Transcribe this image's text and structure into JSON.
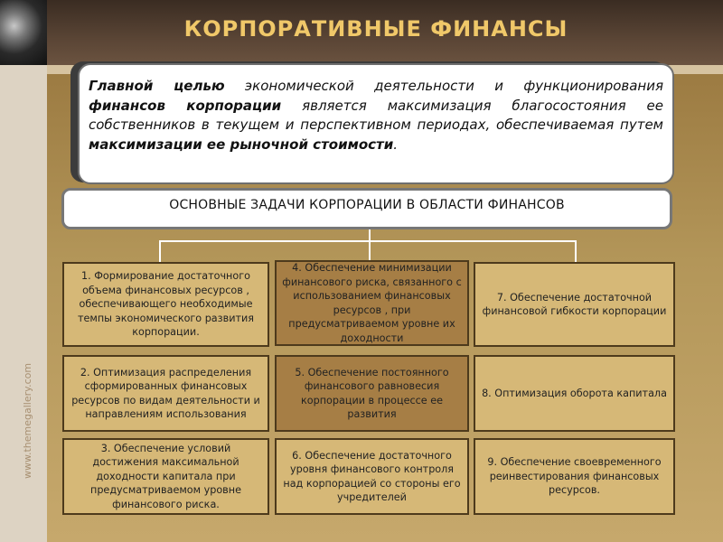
{
  "header": {
    "title": "КОРПОРАТИВНЫЕ ФИНАНСЫ"
  },
  "sidebar": {
    "label": "www.themegallery.com"
  },
  "goal": {
    "p1": "Главной",
    "p2": " целью",
    "p3": " экономической деятельности и функционирования ",
    "p4": "финансов корпорации",
    "p5": " является максимизация благосостояния ее собственников в текущем и перспективном периодах, обеспечиваемая путем ",
    "p6": "максимизации ее рыночной стоимости",
    "p7": "."
  },
  "tasks_heading": "ОСНОВНЫЕ ЗАДАЧИ КОРПОРАЦИИ В ОБЛАСТИ ФИНАНСОВ",
  "tasks": [
    "1. Формирование достаточного объема финансовых ресурсов , обеспечивающего необходимые темпы экономического развития корпорации.",
    "4. Обеспечение минимизации финансового риска, связанного с использованием финансовых ресурсов , при предусматриваемом уровне их доходности",
    "7. Обеспечение достаточной финансовой гибкости корпорации",
    "2. Оптимизация распределения сформированных финансовых ресурсов по видам деятельности и направлениям использования",
    "5. Обеспечение постоянного финансового равновесия корпорации в процессе ее развития",
    "8. Оптимизация оборота капитала",
    "3. Обеспечение условий достижения максимальной доходности капитала при предусматриваемом уровне финансового риска.",
    "6. Обеспечение достаточного уровня финансового контроля над корпорацией со стороны его учредителей",
    "9. Обеспечение своевременного реинвестирования финансовых ресурсов."
  ]
}
